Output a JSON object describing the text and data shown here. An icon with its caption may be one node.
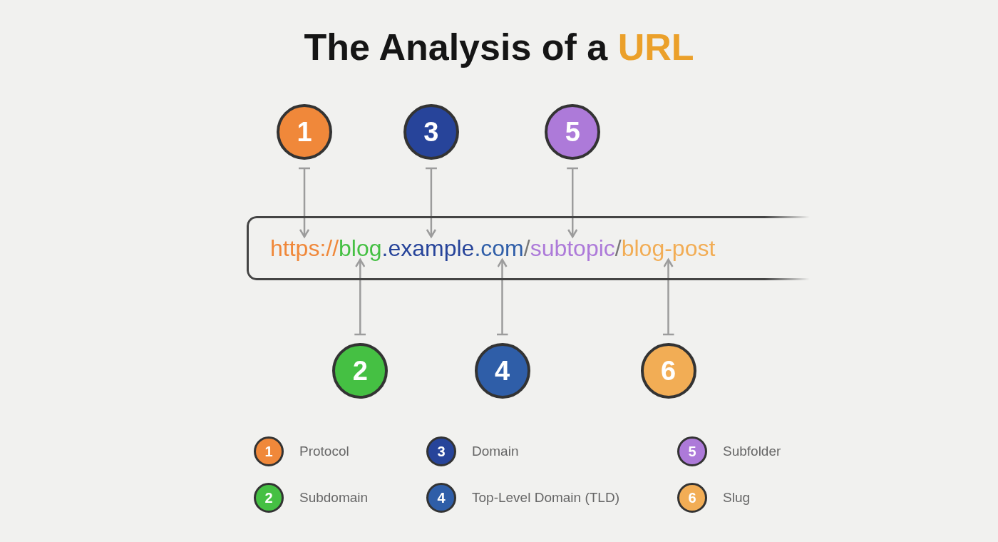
{
  "diagram": {
    "title": "The Analysis of a URL",
    "nodes": [
      {
        "text": [
          "1"
        ]
      },
      {
        "text": [
          "3"
        ]
      },
      {
        "text": [
          "5"
        ]
      },
      {
        "text": [],
        "shape": "box"
      },
      {
        "text": [
          "https://"
        ],
        "in": 3
      },
      {
        "text": [
          "blog"
        ],
        "in": 3
      },
      {
        "text": [
          "example"
        ],
        "in": 3
      },
      {
        "text": [
          "com"
        ],
        "in": 3
      },
      {
        "text": [
          "subtopic"
        ],
        "in": 3
      },
      {
        "text": [
          "blog-post"
        ],
        "in": 3
      },
      {
        "text": [
          "2"
        ]
      },
      {
        "text": [
          "4"
        ]
      },
      {
        "text": [
          "6"
        ]
      },
      {
        "text": [
          "1"
        ],
        "beside": [
          "Protocol"
        ]
      },
      {
        "text": [
          "3"
        ],
        "beside": [
          "Domain"
        ]
      },
      {
        "text": [
          "5"
        ],
        "beside": [
          "Subfolder"
        ]
      },
      {
        "text": [
          "2"
        ],
        "beside": [
          "Subdomain"
        ]
      },
      {
        "text": [
          "4"
        ],
        "beside": [
          "Top-Level Domain (TLD)"
        ]
      },
      {
        "text": [
          "6"
        ],
        "beside": [
          "Slug"
        ]
      }
    ],
    "edges": [
      {
        "from": 0,
        "to": 4,
        "arrow": "to"
      },
      {
        "from": 1,
        "to": 6,
        "arrow": "to"
      },
      {
        "from": 2,
        "to": 8,
        "arrow": "to"
      },
      {
        "from": 10,
        "to": 5,
        "arrow": "to"
      },
      {
        "from": 11,
        "to": 7,
        "arrow": "to"
      },
      {
        "from": 12,
        "to": 9,
        "arrow": "to"
      }
    ],
    "labels": [
      ".",
      ".",
      "/",
      "/"
    ]
  }
}
